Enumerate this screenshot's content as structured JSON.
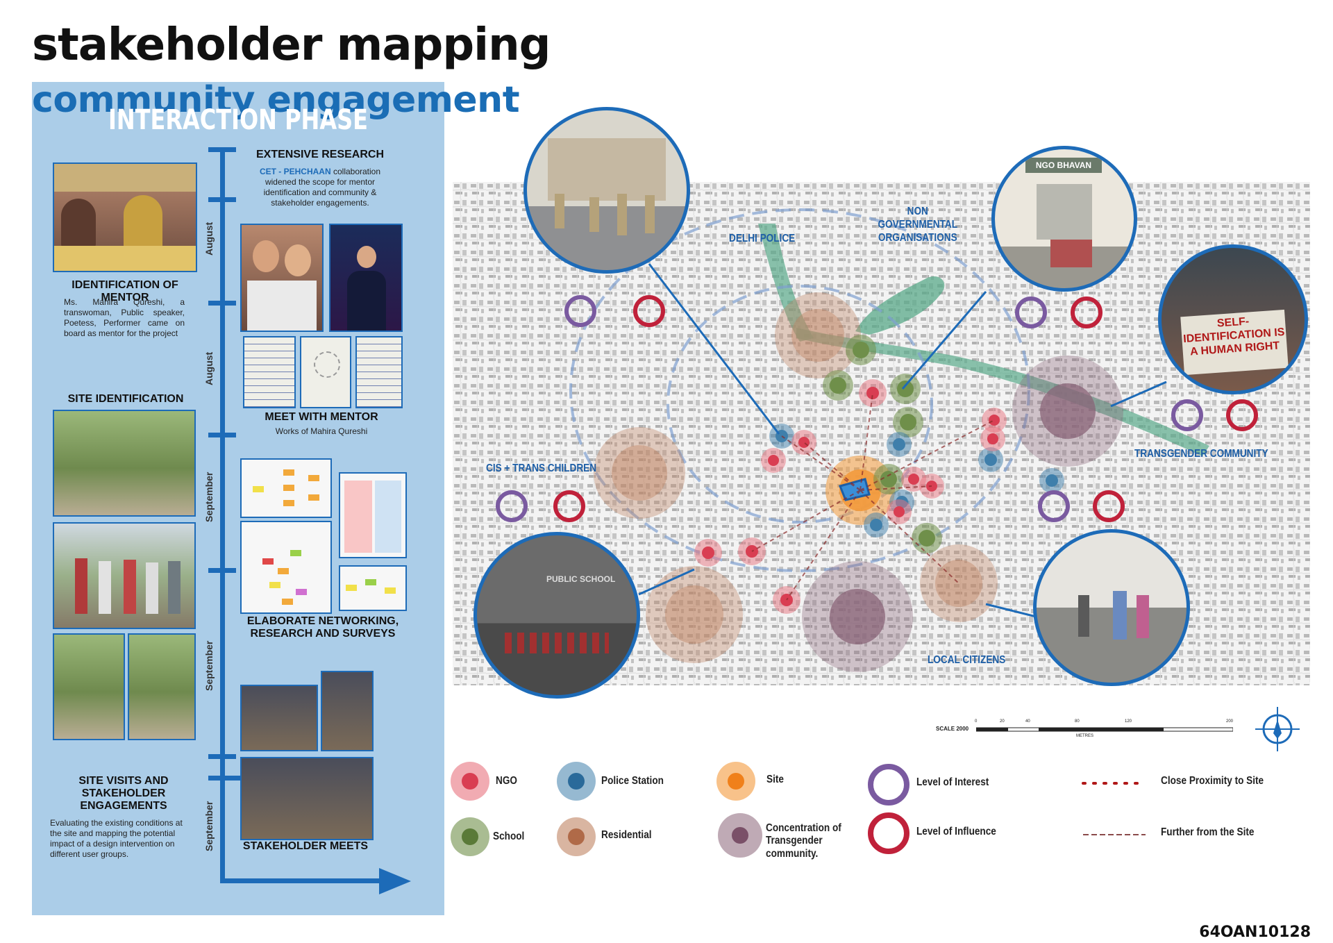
{
  "title": "stakeholder mapping",
  "left_panel": {
    "title": "community engagement",
    "phase": "INTERACTION PHASE",
    "months": [
      "August",
      "August",
      "September",
      "September",
      "September"
    ],
    "steps": {
      "research": {
        "heading": "EXTENSIVE RESEARCH",
        "highlight": "CET - PEHCHAAN",
        "text": "collaboration widened the scope for mentor identification and community & stakeholder engagements."
      },
      "mentor": {
        "heading": "IDENTIFICATION OF MENTOR",
        "text": "Ms. Mahira Qureshi, a transwoman, Public speaker, Poetess, Performer came on board as mentor for the project"
      },
      "meet_mentor": {
        "heading": "MEET WITH MENTOR",
        "sub": "Works of Mahira Qureshi"
      },
      "site_id": {
        "heading": "SITE IDENTIFICATION"
      },
      "networking": {
        "heading": "ELABORATE NETWORKING, RESEARCH AND SURVEYS"
      },
      "site_visits": {
        "heading": "SITE VISITS AND STAKEHOLDER ENGAGEMENTS",
        "text": "Evaluating the existing conditions at the site and mapping the potential impact of a design intervention on different user groups."
      },
      "meets": {
        "heading": "STAKEHOLDER MEETS"
      }
    }
  },
  "map": {
    "labels": {
      "police": "DELHI POLICE",
      "ngo": "NON GOVERNMENTAL ORGANISATIONS",
      "children": "CIS + TRANS CHILDREN",
      "trans": "TRANSGENDER COMMUNITY",
      "citizens": "LOCAL CITIZENS"
    },
    "photo_signs": {
      "ngo_bhavan": "NGO BHAVAN",
      "placard": "SELF-IDENTIFICATION IS A HUMAN RIGHT",
      "school": "PUBLIC SCHOOL"
    },
    "scale": {
      "label": "SCALE 2000",
      "ticks": [
        "0",
        "20",
        "40",
        "80",
        "120",
        "200"
      ],
      "unit": "METRES"
    }
  },
  "legend": {
    "ngo": "NGO",
    "police": "Police Station",
    "site": "Site",
    "interest": "Level of Interest",
    "close": "Close Proximity to Site",
    "school": "School",
    "residential": "Residential",
    "concentration": "Concentration of Transgender community.",
    "influence": "Level of Influence",
    "further": "Further from the Site"
  },
  "colors": {
    "blue": "#1d6bb8",
    "ngo": "#e8737f",
    "police": "#3f7fab",
    "site": "#f39a3c",
    "school": "#6f8f4a",
    "residential": "#c08463",
    "trans": "#8a6478",
    "interest": "#7a5aa0",
    "influence": "#c0213a"
  },
  "code": "64OAN10128"
}
